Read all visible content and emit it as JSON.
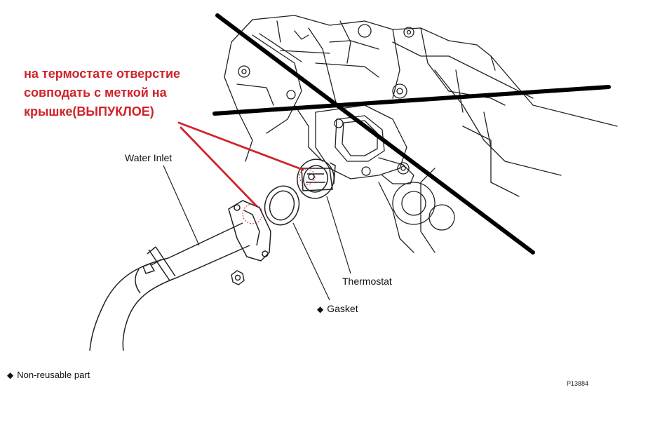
{
  "annotation": {
    "lines": [
      "на термостате отверстие",
      "совподать с меткой на",
      "крышке(ВЫПУКЛОЕ)"
    ],
    "color": "#d0232a"
  },
  "labels": {
    "water_inlet": "Water Inlet",
    "thermostat": "Thermostat",
    "gasket": "Gasket",
    "non_reusable": "Non-reusable part",
    "marker_symbol": "◆",
    "figure_code": "P13884"
  },
  "colors": {
    "line_art": "#222222",
    "cross_mark": "#000000",
    "accent_red": "#d0232a"
  }
}
